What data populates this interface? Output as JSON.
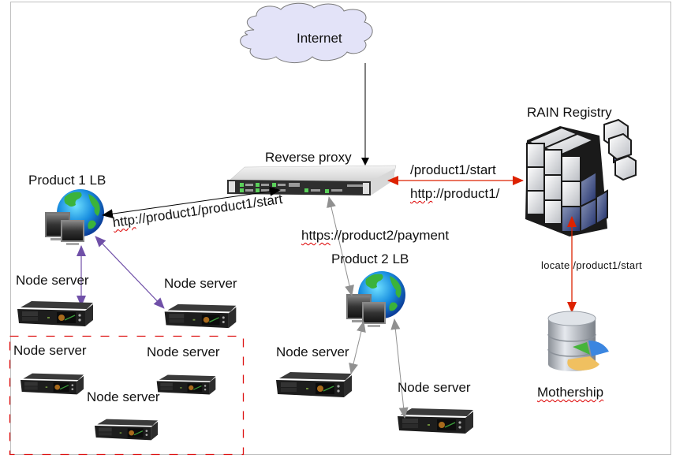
{
  "diagram": {
    "nodes": {
      "internet": {
        "label": "Internet",
        "icon": "cloud"
      },
      "reverse_proxy": {
        "label": "Reverse proxy",
        "icon": "rack-server"
      },
      "rain_registry": {
        "label": "RAIN Registry",
        "icon": "registry-cubes"
      },
      "product1_lb": {
        "label": "Product 1 LB",
        "icon": "globe-monitors"
      },
      "product2_lb": {
        "label": "Product 2 LB",
        "icon": "globe-monitors"
      },
      "mothership": {
        "label": "Mothership",
        "icon": "database-pie"
      },
      "node_servers": [
        {
          "label": "Node server",
          "group": "product1"
        },
        {
          "label": "Node server",
          "group": "product1"
        },
        {
          "label": "Node server",
          "group": "product1-cluster"
        },
        {
          "label": "Node server",
          "group": "product1-cluster"
        },
        {
          "label": "Node server",
          "group": "product1-cluster"
        },
        {
          "label": "Node server",
          "group": "product2"
        },
        {
          "label": "Node server",
          "group": "product2"
        }
      ]
    },
    "edges": {
      "proxy_to_registry_top": "/product1/start",
      "proxy_to_registry_bottom": "http://product1/",
      "proxy_to_product1": "http://product1/product1/start",
      "proxy_to_product2": "https://product2/payment",
      "registry_to_mothership": "locate /product1/start"
    },
    "colors": {
      "cloud_fill": "#e3e3f8",
      "cloud_stroke": "#7a7a7a",
      "registry_arrow": "#dd2200",
      "product1_arrow": "#7050a8",
      "product2_arrow": "#909090",
      "internet_arrow": "#000000",
      "cluster_border": "#dd1111",
      "page_border": "#c0c0c0"
    }
  }
}
